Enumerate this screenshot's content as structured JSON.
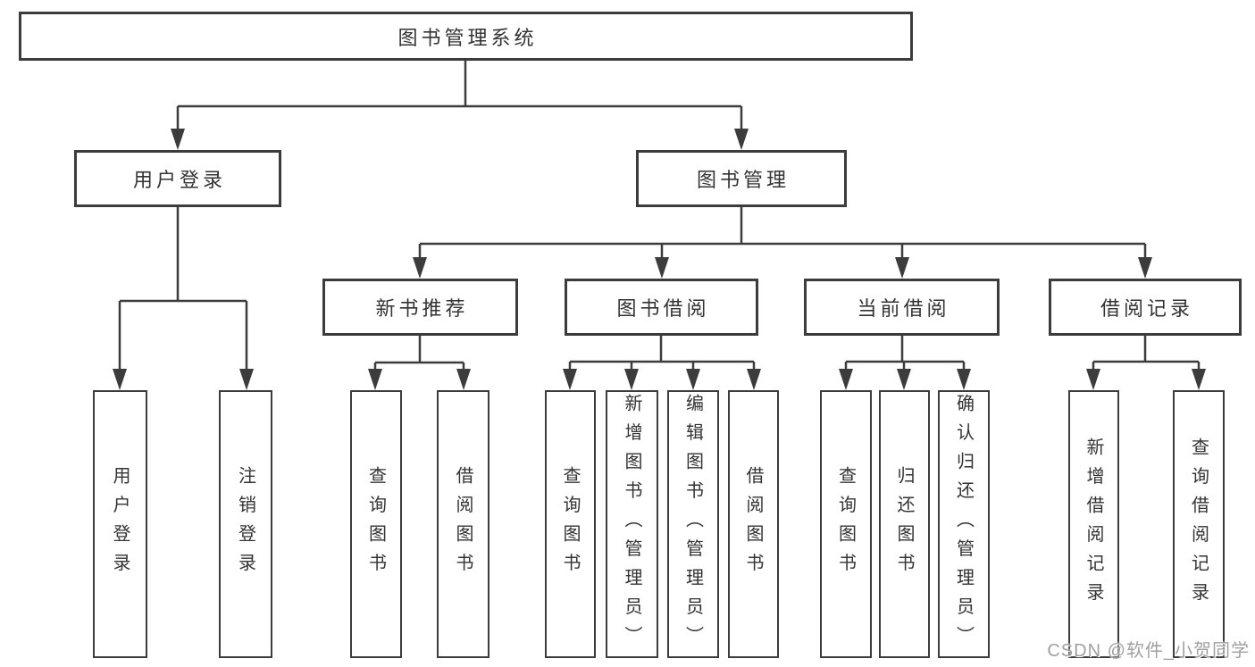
{
  "diagram": {
    "root": {
      "label": "图书管理系统"
    },
    "branches": [
      {
        "label": "用户登录"
      },
      {
        "label": "图书管理"
      }
    ],
    "modules": [
      {
        "label": "新书推荐"
      },
      {
        "label": "图书借阅"
      },
      {
        "label": "当前借阅"
      },
      {
        "label": "借阅记录"
      }
    ],
    "leaves": [
      {
        "label": "用户登录"
      },
      {
        "label": "注销登录"
      },
      {
        "label": "查询图书"
      },
      {
        "label": "借阅图书"
      },
      {
        "label": "查询图书"
      },
      {
        "label": "新增图书（管理员）"
      },
      {
        "label": "编辑图书（管理员）"
      },
      {
        "label": "借阅图书"
      },
      {
        "label": "查询图书"
      },
      {
        "label": "归还图书"
      },
      {
        "label": "确认归还（管理员）"
      },
      {
        "label": "新增借阅记录"
      },
      {
        "label": "查询借阅记录"
      }
    ]
  },
  "watermark": {
    "text": "CSDN @软件_小贺同学"
  },
  "colors": {
    "line": "#3c3c3c",
    "text": "#333333",
    "watermark": "#a0a0a0",
    "background": "#ffffff"
  }
}
